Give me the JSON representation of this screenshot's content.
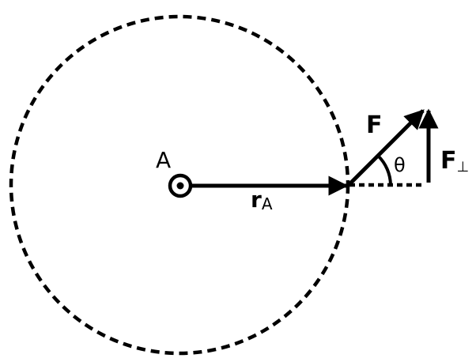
{
  "labels": {
    "axis_point": "A",
    "radius": "r",
    "radius_sub": "A",
    "force": "F",
    "force_perp": "F",
    "force_perp_sub": "⊥",
    "angle": "θ"
  },
  "colors": {
    "stroke": "#000000",
    "background": "#ffffff"
  }
}
